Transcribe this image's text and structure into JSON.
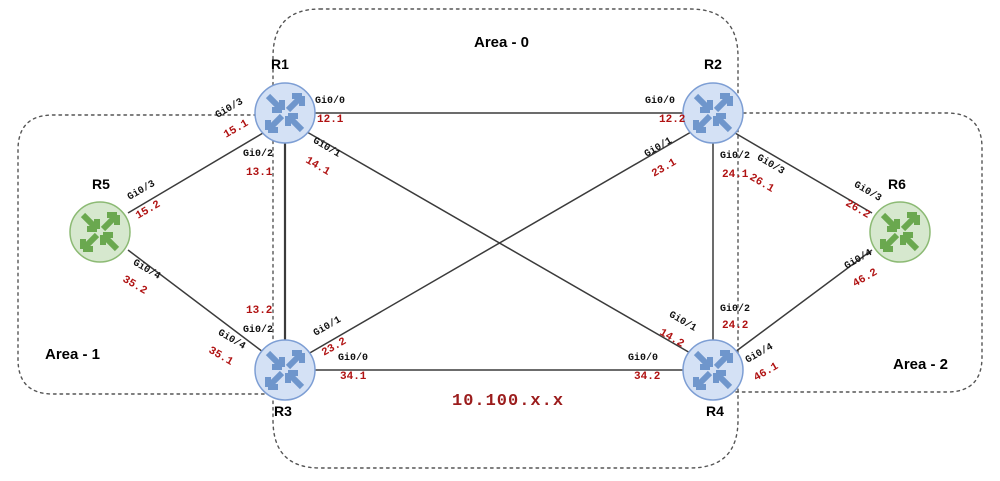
{
  "diagram": {
    "title_subnet": "10.100.x.x",
    "colors": {
      "backbone_router_fill": "#d4e1f5",
      "backbone_router_stroke": "#7d9ed4",
      "backbone_router_arrow": "#6f96cc",
      "edge_router_fill": "#d6e8ce",
      "edge_router_stroke": "#8cba74",
      "edge_router_arrow": "#6aa84f",
      "link_line": "#3b3b3b",
      "area_boundary": "#555555",
      "interface_name": "#111111",
      "interface_ip": "#b01212",
      "subnet_text": "#9b1c1c"
    },
    "areas": [
      {
        "id": "area-0",
        "label": "Area - 0"
      },
      {
        "id": "area-1",
        "label": "Area - 1"
      },
      {
        "id": "area-2",
        "label": "Area - 2"
      }
    ],
    "routers": [
      {
        "id": "r1",
        "label": "R1",
        "type": "backbone"
      },
      {
        "id": "r2",
        "label": "R2",
        "type": "backbone"
      },
      {
        "id": "r3",
        "label": "R3",
        "type": "backbone"
      },
      {
        "id": "r4",
        "label": "R4",
        "type": "backbone"
      },
      {
        "id": "r5",
        "label": "R5",
        "type": "edge"
      },
      {
        "id": "r6",
        "label": "R6",
        "type": "edge"
      }
    ],
    "links": [
      {
        "id": "r1-r2",
        "from": "R1",
        "to": "R2"
      },
      {
        "id": "r1-r3",
        "from": "R1",
        "to": "R3"
      },
      {
        "id": "r1-r4",
        "from": "R1",
        "to": "R4"
      },
      {
        "id": "r1-r5",
        "from": "R1",
        "to": "R5"
      },
      {
        "id": "r2-r3",
        "from": "R2",
        "to": "R3"
      },
      {
        "id": "r2-r4",
        "from": "R2",
        "to": "R4"
      },
      {
        "id": "r2-r6",
        "from": "R2",
        "to": "R6"
      },
      {
        "id": "r3-r4",
        "from": "R3",
        "to": "R4"
      },
      {
        "id": "r3-r5",
        "from": "R3",
        "to": "R5"
      },
      {
        "id": "r4-r6",
        "from": "R4",
        "to": "R6"
      }
    ],
    "interfaces": {
      "r1_gi00_name": "Gi0/0",
      "r1_gi00_ip": "12.1",
      "r1_gi01_name": "Gi0/1",
      "r1_gi01_ip": "14.1",
      "r1_gi02_name": "Gi0/2",
      "r1_gi02_ip": "13.1",
      "r1_gi03_name": "Gi0/3",
      "r1_gi03_ip": "15.1",
      "r2_gi00_name": "Gi0/0",
      "r2_gi00_ip": "12.2",
      "r2_gi01_name": "Gi0/1",
      "r2_gi01_ip": "23.1",
      "r2_gi02_name": "Gi0/2",
      "r2_gi02_ip": "24.1",
      "r2_gi03_name": "Gi0/3",
      "r2_gi03_ip": "26.1",
      "r3_gi00_name": "Gi0/0",
      "r3_gi00_ip": "34.1",
      "r3_gi01_name": "Gi0/1",
      "r3_gi01_ip": "23.2",
      "r3_gi02_name": "Gi0/2",
      "r3_gi02_ip": "13.2",
      "r3_gi04_name": "Gi0/4",
      "r3_gi04_ip": "35.1",
      "r4_gi00_name": "Gi0/0",
      "r4_gi00_ip": "34.2",
      "r4_gi01_name": "Gi0/1",
      "r4_gi01_ip": "14.2",
      "r4_gi02_name": "Gi0/2",
      "r4_gi02_ip": "24.2",
      "r4_gi04_name": "Gi0/4",
      "r4_gi04_ip": "46.1",
      "r5_gi03_name": "Gi0/3",
      "r5_gi03_ip": "15.2",
      "r5_gi04_name": "Gi0/4",
      "r5_gi04_ip": "35.2",
      "r6_gi03_name": "Gi0/3",
      "r6_gi03_ip": "26.2",
      "r6_gi04_name": "Gi0/4",
      "r6_gi04_ip": "46.2"
    }
  }
}
